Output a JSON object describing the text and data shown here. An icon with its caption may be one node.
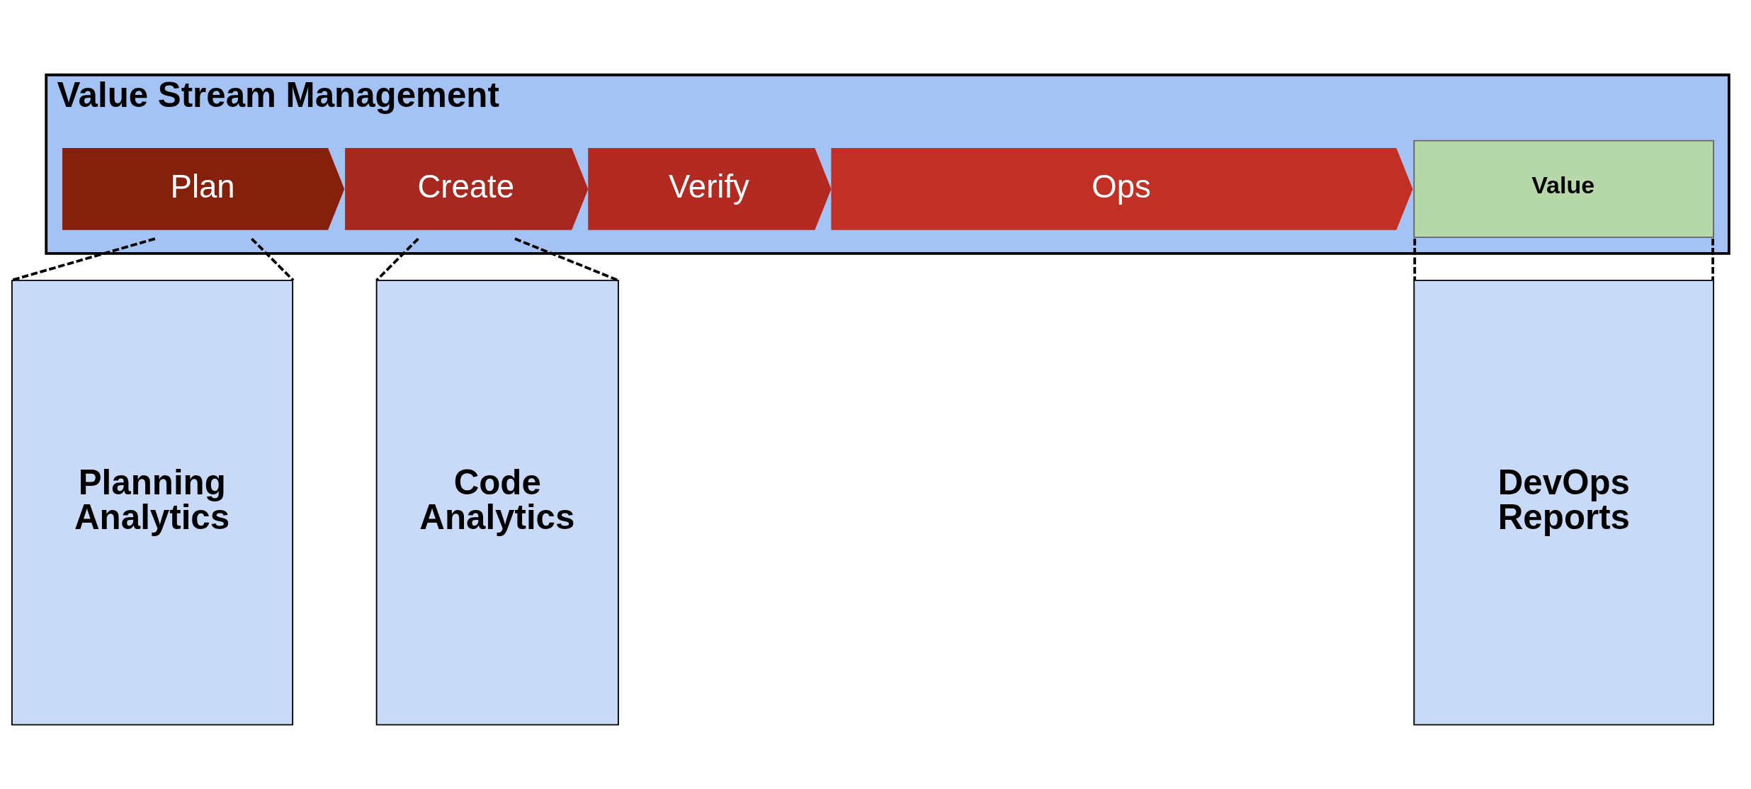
{
  "diagram": {
    "nodes": [
      {
        "text": [
          "Value Stream Management"
        ]
      },
      {
        "text": [
          "Plan"
        ],
        "in": 0
      },
      {
        "text": [
          "Create"
        ],
        "in": 0
      },
      {
        "text": [
          "Verify"
        ],
        "in": 0
      },
      {
        "text": [
          "Ops"
        ],
        "in": 0
      },
      {
        "text": [
          "Value"
        ],
        "in": 0
      },
      {
        "text": [
          "Planning Analytics"
        ]
      },
      {
        "text": [
          "Code Analytics"
        ]
      },
      {
        "text": [
          "DevOps Reports"
        ]
      }
    ],
    "edges": [
      {
        "from": 1,
        "to": 6,
        "arrow": "none",
        "style": "dashed"
      },
      {
        "from": 1,
        "to": 6,
        "arrow": "none",
        "style": "dashed"
      },
      {
        "from": 2,
        "to": 7,
        "arrow": "none",
        "style": "dashed"
      },
      {
        "from": 2,
        "to": 7,
        "arrow": "none",
        "style": "dashed"
      },
      {
        "from": 5,
        "to": 8,
        "arrow": "none",
        "style": "dashed"
      },
      {
        "from": 5,
        "to": 8,
        "arrow": "none",
        "style": "dashed"
      }
    ]
  }
}
